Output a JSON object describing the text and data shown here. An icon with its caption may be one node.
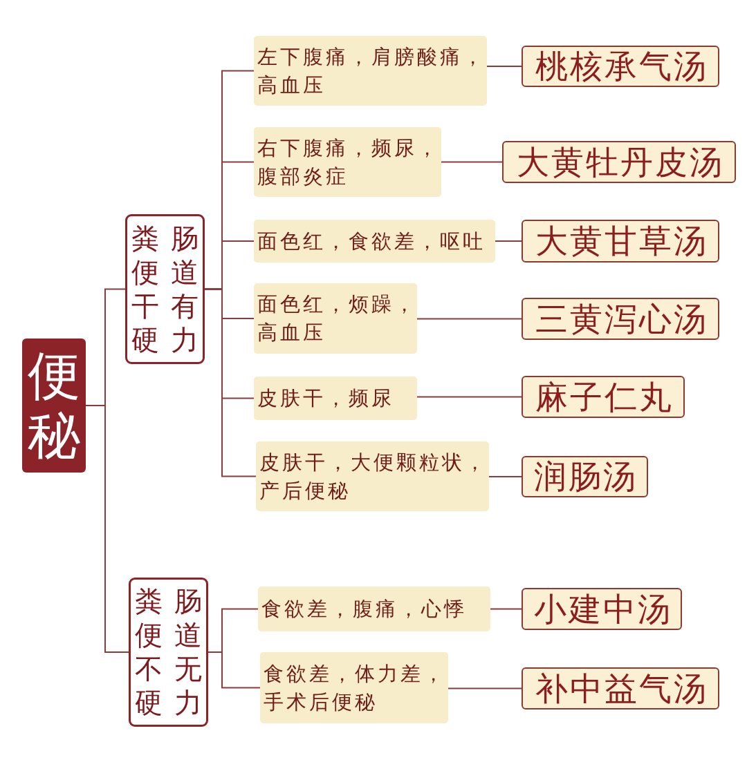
{
  "diagram": {
    "nodes": [
      {
        "text": [
          "便秘"
        ]
      },
      {
        "text": [
          "粪便干硬",
          "肠道有力"
        ]
      },
      {
        "text": [
          "左下腹痛，肩膀酸痛，高血压"
        ]
      },
      {
        "text": [
          "桃核承气汤"
        ]
      },
      {
        "text": [
          "右下腹痛，频尿，腹部炎症"
        ]
      },
      {
        "text": [
          "大黄牡丹皮汤"
        ]
      },
      {
        "text": [
          "面色红，食欲差，呕吐"
        ]
      },
      {
        "text": [
          "大黄甘草汤"
        ]
      },
      {
        "text": [
          "面色红，烦躁，高血压"
        ]
      },
      {
        "text": [
          "三黄泻心汤"
        ]
      },
      {
        "text": [
          "皮肤干，频尿"
        ]
      },
      {
        "text": [
          "麻子仁丸"
        ]
      },
      {
        "text": [
          "皮肤干，大便颗粒状，产后便秘"
        ]
      },
      {
        "text": [
          "润肠汤"
        ]
      },
      {
        "text": [
          "粪便不硬",
          "肠道无力"
        ]
      },
      {
        "text": [
          "食欲差，腹痛，心悸"
        ]
      },
      {
        "text": [
          "小建中汤"
        ]
      },
      {
        "text": [
          "食欲差，体力差，手术后便秘"
        ]
      },
      {
        "text": [
          "补中益气汤"
        ]
      }
    ],
    "edges": [
      {
        "from": 0,
        "to": 1,
        "arrow": "none"
      },
      {
        "from": 0,
        "to": 14,
        "arrow": "none"
      },
      {
        "from": 1,
        "to": 2,
        "arrow": "none"
      },
      {
        "from": 1,
        "to": 4,
        "arrow": "none"
      },
      {
        "from": 1,
        "to": 6,
        "arrow": "none"
      },
      {
        "from": 1,
        "to": 8,
        "arrow": "none"
      },
      {
        "from": 1,
        "to": 10,
        "arrow": "none"
      },
      {
        "from": 1,
        "to": 12,
        "arrow": "none"
      },
      {
        "from": 2,
        "to": 3,
        "arrow": "none"
      },
      {
        "from": 4,
        "to": 5,
        "arrow": "none"
      },
      {
        "from": 6,
        "to": 7,
        "arrow": "none"
      },
      {
        "from": 8,
        "to": 9,
        "arrow": "none"
      },
      {
        "from": 10,
        "to": 11,
        "arrow": "none"
      },
      {
        "from": 12,
        "to": 13,
        "arrow": "none"
      },
      {
        "from": 14,
        "to": 15,
        "arrow": "none"
      },
      {
        "from": 14,
        "to": 17,
        "arrow": "none"
      },
      {
        "from": 15,
        "to": 16,
        "arrow": "none"
      },
      {
        "from": 17,
        "to": 18,
        "arrow": "none"
      }
    ]
  }
}
